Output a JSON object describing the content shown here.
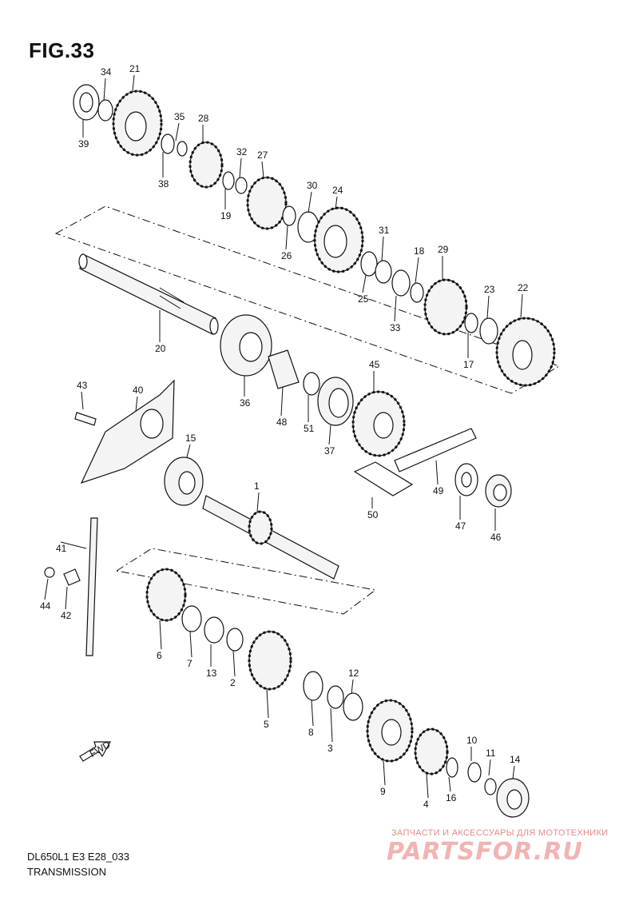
{
  "figure": {
    "title": "FIG.33",
    "code": "DL650L1 E3 E28_033",
    "caption": "TRANSMISSION",
    "fwd_label": "FWD"
  },
  "watermark": {
    "line1": "ЗАПЧАСТИ И АКСЕССУАРЫ ДЛЯ МОТОТЕХНИКИ",
    "logo": "PARTSFOR.RU"
  },
  "callouts": [
    "1",
    "2",
    "3",
    "4",
    "5",
    "6",
    "7",
    "8",
    "9",
    "10",
    "11",
    "12",
    "13",
    "14",
    "15",
    "16",
    "17",
    "18",
    "19",
    "20",
    "21",
    "22",
    "23",
    "24",
    "25",
    "26",
    "27",
    "28",
    "29",
    "30",
    "31",
    "32",
    "33",
    "34",
    "35",
    "36",
    "37",
    "38",
    "39",
    "40",
    "41",
    "42",
    "43",
    "44",
    "45",
    "46",
    "47",
    "48",
    "49",
    "50",
    "51"
  ]
}
